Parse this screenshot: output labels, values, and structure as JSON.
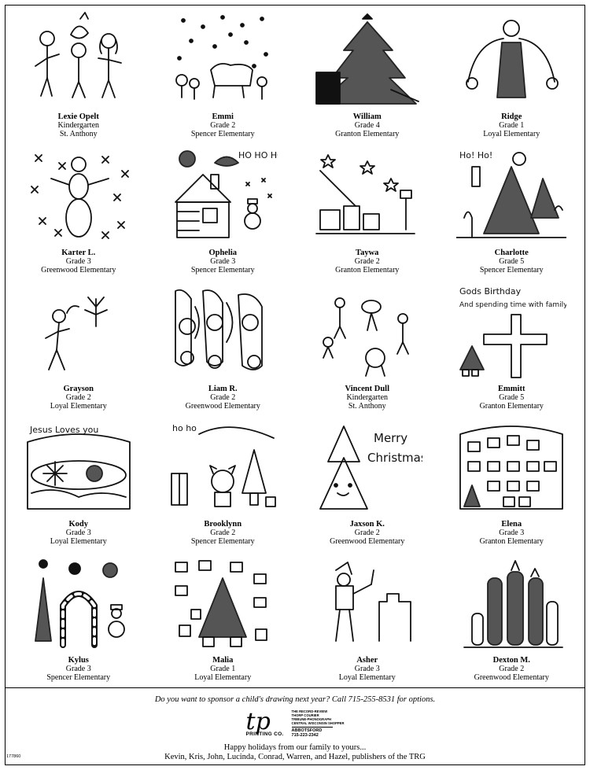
{
  "drawings": [
    {
      "name": "Lexie Opelt",
      "grade": "Kindergarten",
      "school": "St. Anthony"
    },
    {
      "name": "Emmi",
      "grade": "Grade 2",
      "school": "Spencer Elementary"
    },
    {
      "name": "William",
      "grade": "Grade 4",
      "school": "Granton Elementary"
    },
    {
      "name": "Ridge",
      "grade": "Grade 1",
      "school": "Loyal Elementary"
    },
    {
      "name": "Karter L.",
      "grade": "Grade 3",
      "school": "Greenwood Elementary"
    },
    {
      "name": "Ophelia",
      "grade": "Grade 3",
      "school": "Spencer Elementary",
      "drawing_text": "HO HO HO"
    },
    {
      "name": "Taywa",
      "grade": "Grade 2",
      "school": "Granton Elementary"
    },
    {
      "name": "Charlotte",
      "grade": "Grade 5",
      "school": "Spencer Elementary",
      "drawing_text": "Ho! Ho!"
    },
    {
      "name": "Grayson",
      "grade": "Grade 2",
      "school": "Loyal Elementary"
    },
    {
      "name": "Liam R.",
      "grade": "Grade 2",
      "school": "Greenwood Elementary"
    },
    {
      "name": "Vincent Dull",
      "grade": "Kindergarten",
      "school": "St. Anthony"
    },
    {
      "name": "Emmitt",
      "grade": "Grade 5",
      "school": "Granton Elementary",
      "drawing_text": "Gods Birthday",
      "drawing_text_2": "And spending time with family"
    },
    {
      "name": "Kody",
      "grade": "Grade 3",
      "school": "Loyal Elementary",
      "drawing_text": "Jesus Loves you"
    },
    {
      "name": "Brooklynn",
      "grade": "Grade 2",
      "school": "Spencer Elementary",
      "drawing_text": "ho ho"
    },
    {
      "name": "Jaxson K.",
      "grade": "Grade 2",
      "school": "Greenwood Elementary",
      "drawing_text": "Merry",
      "drawing_text_2": "Christmas"
    },
    {
      "name": "Elena",
      "grade": "Grade 3",
      "school": "Granton Elementary"
    },
    {
      "name": "Kylus",
      "grade": "Grade 3",
      "school": "Spencer Elementary"
    },
    {
      "name": "Malia",
      "grade": "Grade 1",
      "school": "Loyal Elementary"
    },
    {
      "name": "Asher",
      "grade": "Grade 3",
      "school": "Loyal Elementary"
    },
    {
      "name": "Dexton M.",
      "grade": "Grade 2",
      "school": "Greenwood Elementary"
    }
  ],
  "footer": {
    "sponsor_text": "Do you want to sponsor a child's drawing next year? Call 715-255-8531 for options.",
    "logo_mark": "tp",
    "logo_caption": "PRINTING CO.",
    "papers": [
      "THE RECORD-REVIEW",
      "THORP COURIER",
      "TRIBUNE-PHONOGRAPH",
      "CENTRAL WISCONSIN SHOPPER"
    ],
    "city": "ABBOTSFORD",
    "phone": "715-223-2342",
    "greeting": "Happy holidays from our family to yours...",
    "closing": "Kevin, Kris, John, Lucinda, Conrad, Warren, and Hazel, publishers of the TRG",
    "ad_number": "177860"
  }
}
